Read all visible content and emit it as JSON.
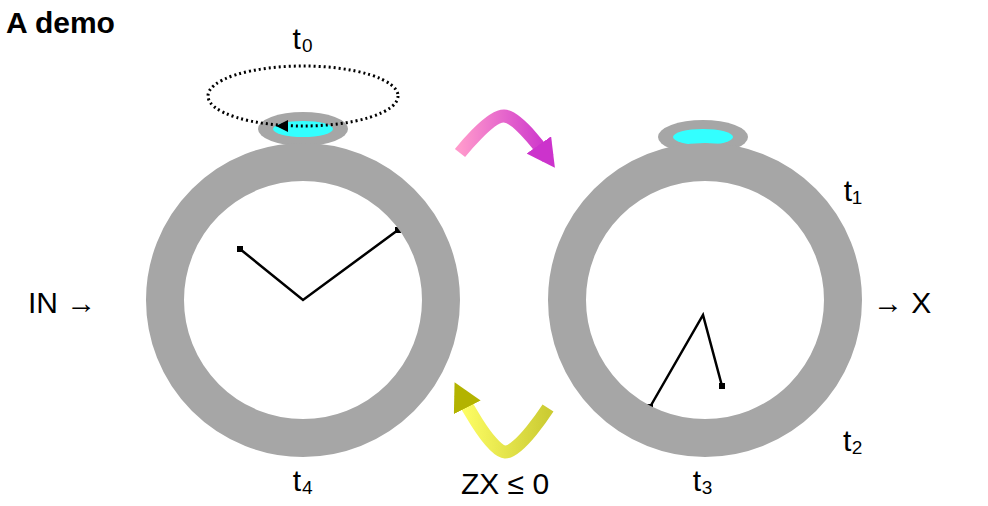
{
  "diagram": {
    "title": "A demo",
    "nodes": [
      {
        "text": [
          "t₀",
          "t₄"
        ]
      },
      {
        "text": [
          "t₁",
          "t₂",
          "t₃"
        ]
      }
    ],
    "edges": [
      {
        "from": 0,
        "to": 1,
        "arrow": "to"
      },
      {
        "from": 1,
        "to": 0,
        "label": "ZX ≤ 0",
        "arrow": "to"
      }
    ],
    "labels": [
      "IN →",
      "→ X"
    ]
  }
}
